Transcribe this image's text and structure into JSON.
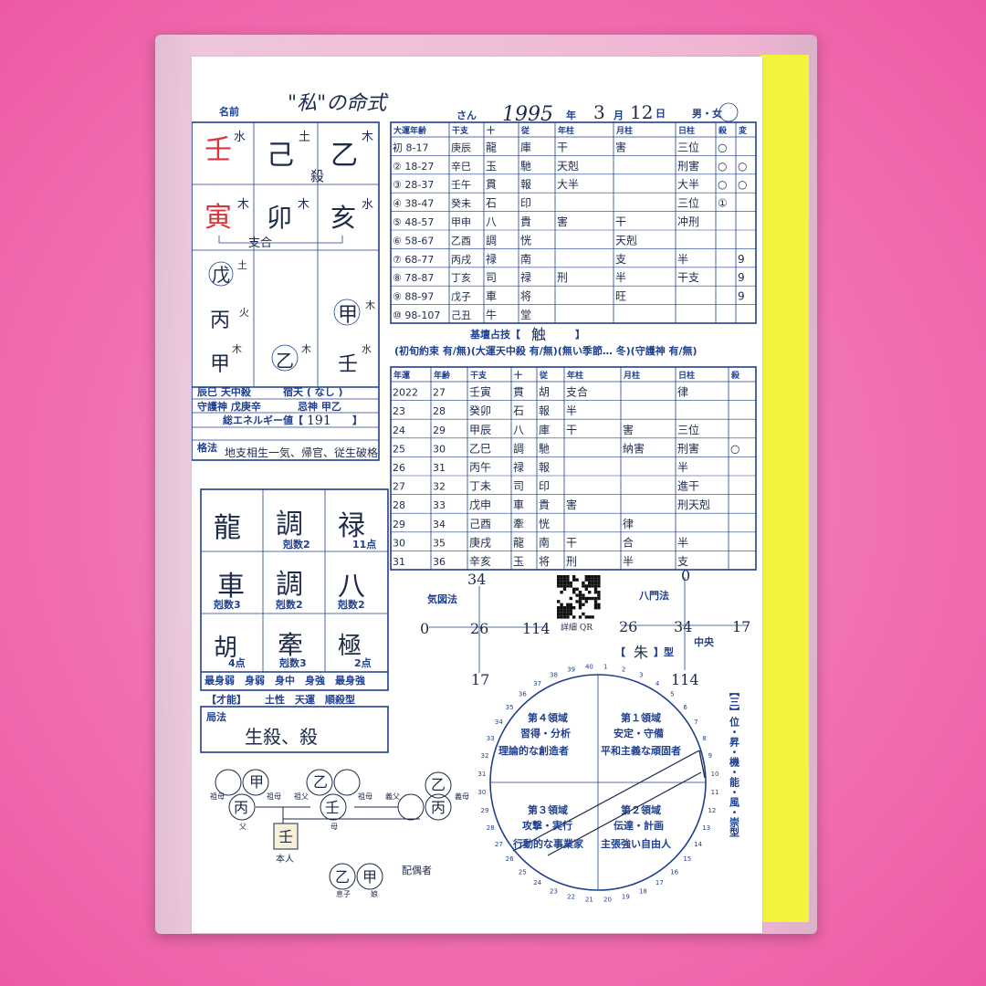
{
  "header": {
    "name_label": "名前",
    "name_value": "\"私\"の命式",
    "san": "さん",
    "year": "1995",
    "year_label": "年",
    "month": "3",
    "month_label": "月",
    "day": "12",
    "day_label": "日",
    "gender": "男・女"
  },
  "left": {
    "stems": [
      "壬",
      "己",
      "乙"
    ],
    "stem_elems": [
      "水",
      "土",
      "木"
    ],
    "branches": [
      "寅",
      "卯",
      "亥"
    ],
    "branch_elems": [
      "木",
      "木",
      "水"
    ],
    "satsu": "殺",
    "note_row": "支合",
    "zokan": {
      "r1": "戊",
      "r1e": "土",
      "r2a": "丙",
      "r2ae": "火",
      "r2b": "甲",
      "r2be": "木",
      "r3": [
        "甲",
        "乙",
        "壬"
      ],
      "r3e": [
        "木",
        "木",
        "水"
      ]
    },
    "tenchusatsu": "辰巳 天中殺",
    "shukuten": "宿天 ( なし )",
    "shugojin": "守護神 戊庚辛",
    "kijin": "忌神 甲乙",
    "energy_label": "総エネルギー値【",
    "energy_value": "191",
    "energy_close": "】",
    "kakuhou_label": "格法",
    "kakuhou_value": "地支相生一気、帰官、従生破格",
    "stars": [
      [
        "龍",
        "調",
        "禄"
      ],
      [
        "車",
        "調",
        "八"
      ],
      [
        "胡",
        "牽",
        "極"
      ]
    ],
    "star_counts": [
      [
        "",
        "剋数2",
        "11点"
      ],
      [
        "剋数3",
        "剋数2",
        "剋数2"
      ],
      [
        "4点",
        "剋数3",
        "2点"
      ]
    ],
    "strength": "最身弱　身弱　身中　身強　最身強",
    "saino_label": "【才能】",
    "saino_value": "土性　天運　順殺型",
    "kyokuhou_label": "局法",
    "kyokuhou_value": "生殺、殺",
    "family": {
      "grandmother": "祖母",
      "grandfather": "祖父",
      "father": "父",
      "mother": "母",
      "self": "本人",
      "spouse": "配偶者",
      "son": "息子",
      "daughter": "娘",
      "fil": "義父",
      "mil": "義母",
      "c1": "甲",
      "c2": "丙",
      "c3": "乙",
      "c4": "壬",
      "c5": "乙",
      "c6": "丙",
      "c7": "乙",
      "c8": "甲",
      "self_char": "壬"
    }
  },
  "taiun": {
    "headers": [
      "大運年齢",
      "干支",
      "十",
      "従",
      "年柱",
      "月柱",
      "日柱",
      "殺",
      "変"
    ],
    "rows": [
      [
        "初 8-17",
        "庚辰",
        "龍",
        "庫",
        "干",
        "害",
        "三位",
        "○",
        ""
      ],
      [
        "② 18-27",
        "辛巳",
        "玉",
        "馳",
        "天剋",
        "",
        "刑害",
        "○",
        "○"
      ],
      [
        "③ 28-37",
        "壬午",
        "貫",
        "報",
        "大半",
        "",
        "大半",
        "○",
        "○"
      ],
      [
        "④ 38-47",
        "癸未",
        "石",
        "印",
        "",
        "",
        "三位",
        "①",
        ""
      ],
      [
        "⑤ 48-57",
        "甲申",
        "八",
        "貴",
        "害",
        "干",
        "冲刑",
        "",
        ""
      ],
      [
        "⑥ 58-67",
        "乙酉",
        "調",
        "恍",
        "",
        "天剋",
        "",
        "",
        ""
      ],
      [
        "⑦ 68-77",
        "丙戌",
        "禄",
        "南",
        "",
        "支",
        "半",
        "",
        "9"
      ],
      [
        "⑧ 78-87",
        "丁亥",
        "司",
        "禄",
        "刑",
        "半",
        "干支",
        "",
        "9"
      ],
      [
        "⑨ 88-97",
        "戊子",
        "車",
        "将",
        "",
        "旺",
        "",
        "",
        "9"
      ],
      [
        "⑩ 98-107",
        "己丑",
        "牛",
        "堂",
        "",
        "",
        "",
        "",
        ""
      ]
    ]
  },
  "kihon": {
    "label": "基壇占技【",
    "value": "触",
    "close": "】",
    "line2": "(初旬約束 有/無)(大運天中殺 有/無)(無い季節… 冬)(守護神 有/無)"
  },
  "nenun": {
    "headers": [
      "年運",
      "年齢",
      "干支",
      "十",
      "従",
      "年柱",
      "月柱",
      "日柱",
      "殺"
    ],
    "rows": [
      [
        "2022",
        "27",
        "壬寅",
        "貫",
        "胡",
        "支合",
        "",
        "律",
        ""
      ],
      [
        "23",
        "28",
        "癸卯",
        "石",
        "報",
        "半",
        "",
        "",
        ""
      ],
      [
        "24",
        "29",
        "甲辰",
        "八",
        "庫",
        "干",
        "害",
        "三位",
        ""
      ],
      [
        "25",
        "30",
        "乙巳",
        "調",
        "馳",
        "",
        "納害",
        "刑害",
        "○"
      ],
      [
        "26",
        "31",
        "丙午",
        "禄",
        "報",
        "",
        "",
        "半",
        ""
      ],
      [
        "27",
        "32",
        "丁未",
        "司",
        "印",
        "",
        "",
        "進干",
        ""
      ],
      [
        "28",
        "33",
        "戊申",
        "車",
        "貴",
        "害",
        "",
        "刑天剋",
        ""
      ],
      [
        "29",
        "34",
        "己酉",
        "牽",
        "恍",
        "",
        "律",
        "",
        ""
      ],
      [
        "30",
        "35",
        "庚戌",
        "龍",
        "南",
        "干",
        "合",
        "半",
        ""
      ],
      [
        "31",
        "36",
        "辛亥",
        "玉",
        "将",
        "刑",
        "半",
        "支",
        ""
      ]
    ]
  },
  "kizu": {
    "label": "気図法",
    "top": "34",
    "left": "0",
    "mid": "26",
    "right": "114",
    "bottom": "17"
  },
  "qr_label": "詳細 QR",
  "hachimon": {
    "label": "八門法",
    "top": "0",
    "left": "26",
    "mid": "34",
    "right": "17",
    "bottom": "114",
    "center_label": "中央"
  },
  "type_label": {
    "open": "【",
    "value": "朱",
    "close": "】型"
  },
  "circle": {
    "q4_title": "第４領域",
    "q4_l1": "習得・分析",
    "q4_l2": "理論的な創造者",
    "q1_title": "第１領域",
    "q1_l1": "安定・守備",
    "q1_l2": "平和主義な頑固者",
    "q3_title": "第３領域",
    "q3_l1": "攻撃・実行",
    "q3_l2": "行動的な事業家",
    "q2_title": "第２領域",
    "q2_l1": "伝達・計画",
    "q2_l2": "主張強い自由人"
  },
  "side_text": "【三】位・昇・機・能・風・崇型",
  "colors": {
    "ink": "#1f3f8f",
    "pen": "#1d2a4a",
    "red": "#d8353c",
    "yellow": "#f3f33c",
    "pink": "#f06aae"
  }
}
